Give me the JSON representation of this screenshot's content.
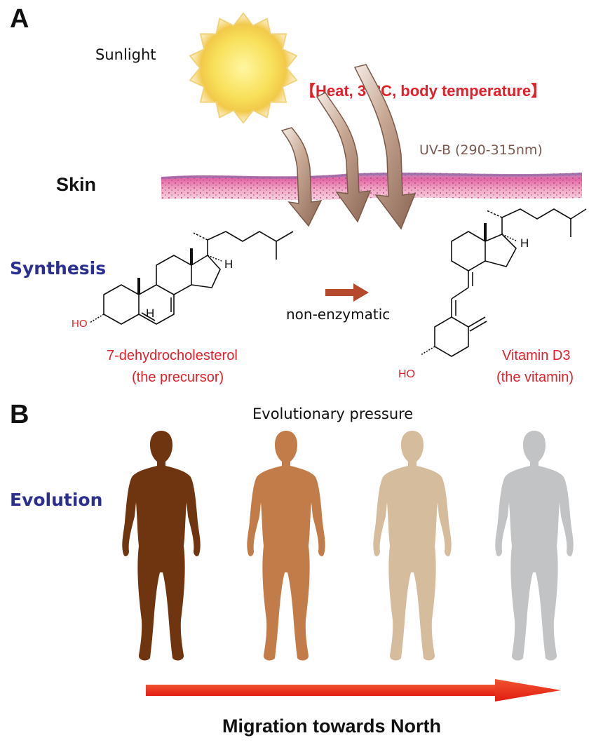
{
  "panel_a": {
    "letter": "A",
    "sunlight": "Sunlight",
    "heat": "【Heat, 37°C, body temperature】",
    "uvb": "UV-B (290-315nm)",
    "skin": "Skin",
    "synthesis": "Synthesis",
    "reaction": "non-enzymatic",
    "precursor_name": "7-dehydrocholesterol",
    "precursor_note": "(the precursor)",
    "vitamin_name": "Vitamin D3",
    "vitamin_note": "(the vitamin)",
    "atom_h": "H",
    "atom_ho": "HO"
  },
  "panel_b": {
    "letter": "B",
    "pressure": "Evolutionary pressure",
    "evolution": "Evolution",
    "migration": "Migration towards North"
  },
  "colors": {
    "label_blue": "#2b2f8f",
    "label_red": "#e0202a",
    "sun": "#f6d94a",
    "arrow_red": "#ec2a1d",
    "skin_tones": [
      "#6e3510",
      "#c27c49",
      "#d4bc9c",
      "#c2c3c5"
    ]
  }
}
